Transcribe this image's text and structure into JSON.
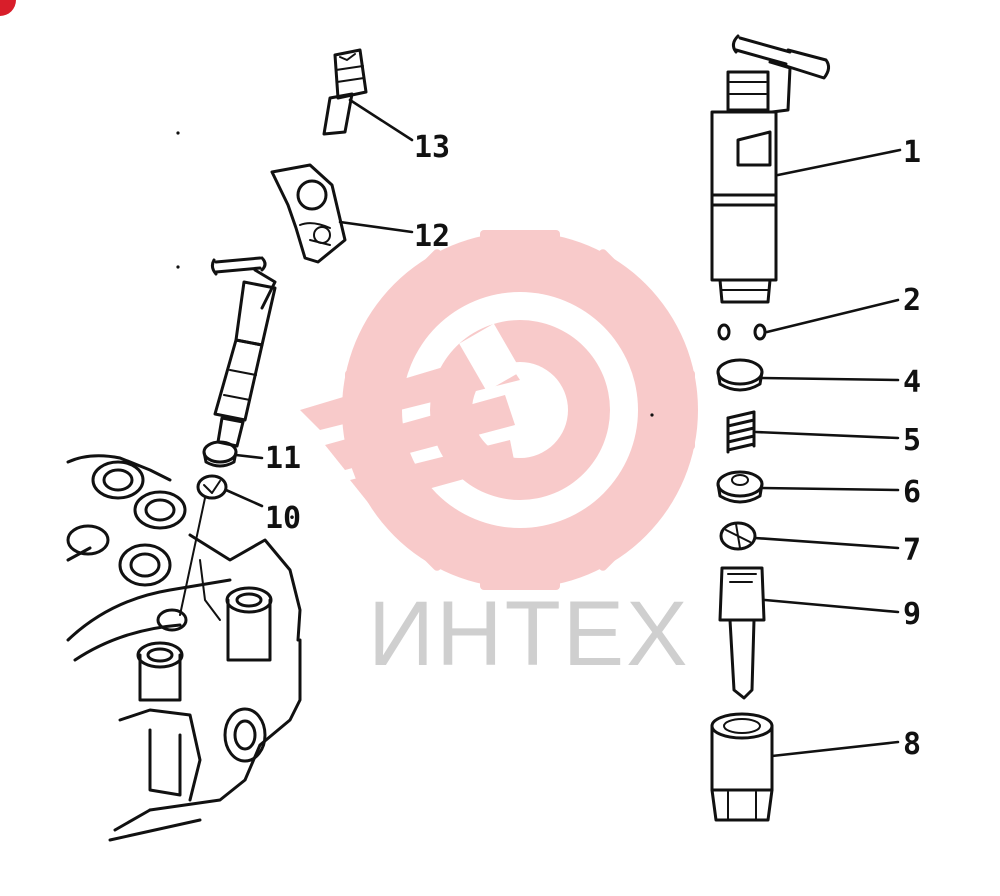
{
  "watermark": {
    "text": "ИНТЕХ",
    "gear_color": "#f8caca",
    "text_color": "#cfcfcf",
    "icon": "gear-wrench-logo"
  },
  "corner_badge_color": "#d81e2a",
  "callouts": [
    {
      "id": "1",
      "label": "1"
    },
    {
      "id": "2",
      "label": "2"
    },
    {
      "id": "4",
      "label": "4"
    },
    {
      "id": "5",
      "label": "5"
    },
    {
      "id": "6",
      "label": "6"
    },
    {
      "id": "7",
      "label": "7"
    },
    {
      "id": "9",
      "label": "9"
    },
    {
      "id": "8",
      "label": "8"
    },
    {
      "id": "13",
      "label": "13"
    },
    {
      "id": "12",
      "label": "12"
    },
    {
      "id": "11",
      "label": "11"
    },
    {
      "id": "10",
      "label": "10"
    }
  ]
}
